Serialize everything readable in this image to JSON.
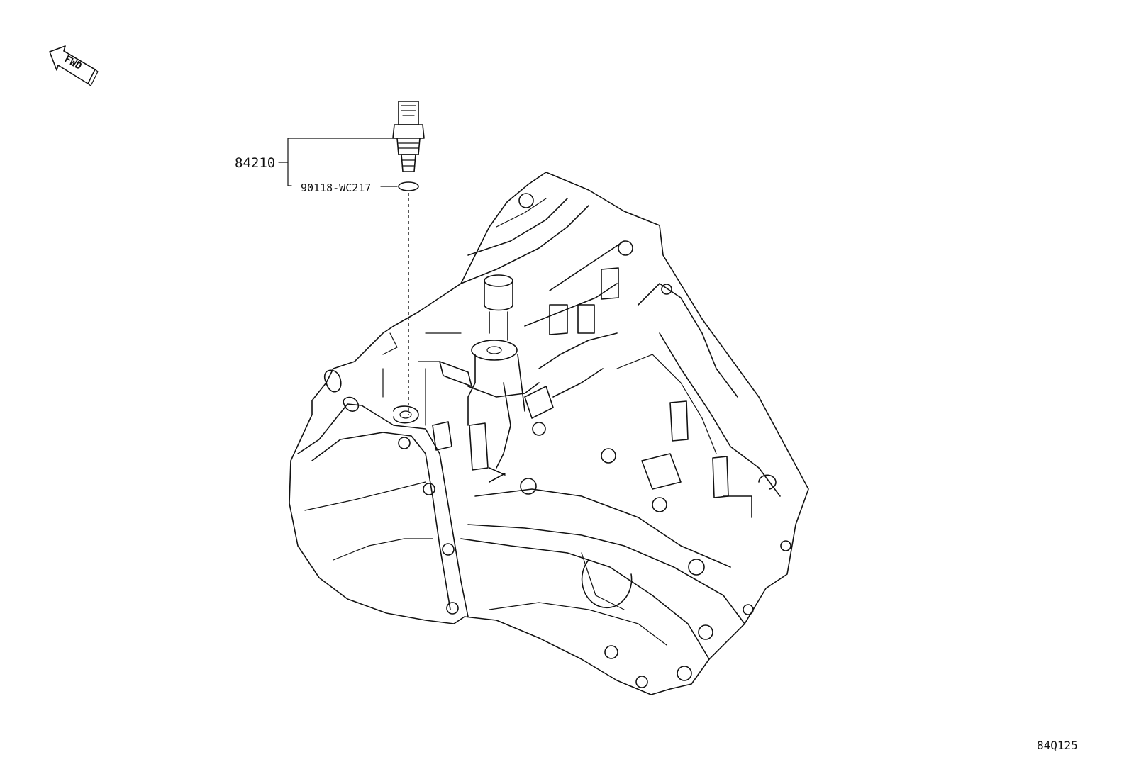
{
  "diagram": {
    "direction_badge": "FWD",
    "parts": [
      {
        "id": "part-84210",
        "number": "84210"
      },
      {
        "id": "part-gasket",
        "number": "90118-WC217"
      }
    ],
    "illustration_code": "84Q125"
  }
}
